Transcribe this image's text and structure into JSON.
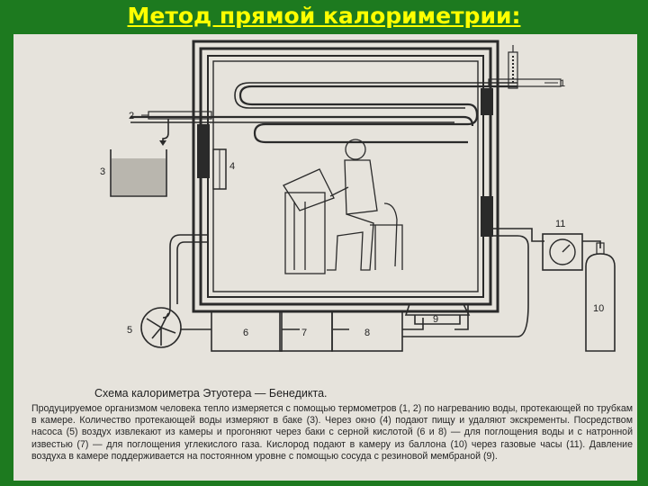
{
  "title": "Метод прямой калориметрии:",
  "diagram": {
    "labels": {
      "l1": "1",
      "l2": "2",
      "l3": "3",
      "l4": "4",
      "l5": "5",
      "l6": "6",
      "l7": "7",
      "l8": "8",
      "l9": "9",
      "l10": "10",
      "l11": "11"
    }
  },
  "caption": "Схема калориметра Этуотера — Бенедикта.",
  "description": "Продуцируемое организмом человека тепло измеряется с помощью термометров (1, 2) по нагреванию воды, протекающей по трубкам в камере. Количество протекающей воды измеряют в баке (3). Через окно (4) подают пищу и удаляют экскременты. Посредством насоса (5) воздух извлекают из камеры и прогоняют через баки с серной кислотой (6 и 8) — для поглощения воды и с натронной известью (7) — для поглощения углекислого газа. Кислород подают в камеру из баллона (10) через газовые часы (11). Давление воздуха в камере поддерживается на постоянном уровне с помощью сосуда с резиновой мембраной (9).",
  "colors": {
    "background": "#1d7a1f",
    "title": "#ffff00",
    "paper": "#e6e3dc"
  }
}
